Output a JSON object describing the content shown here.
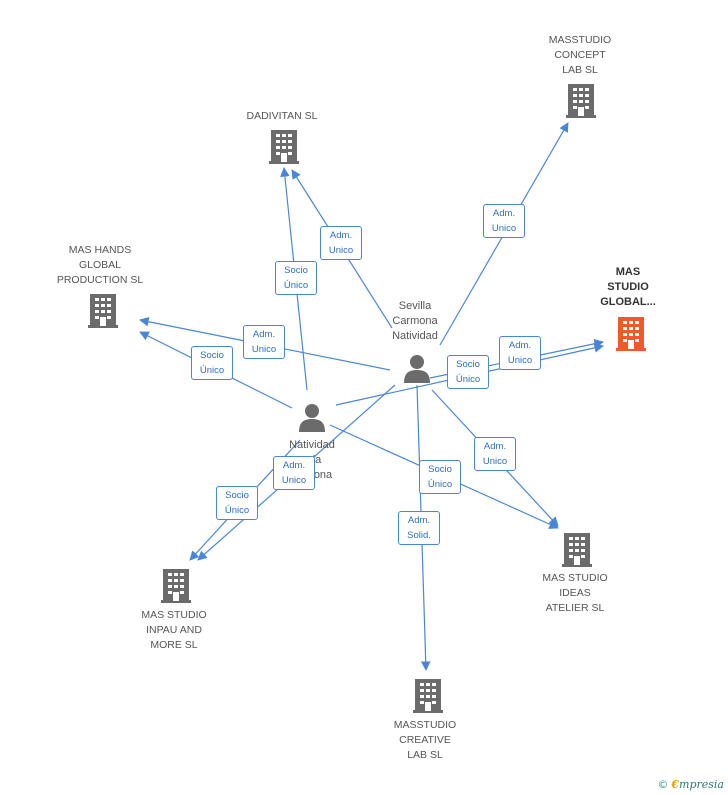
{
  "colors": {
    "edge": "#4a86d8",
    "node_icon": "#6b6b6b",
    "focus_icon": "#f05a28",
    "label_text": "#555555"
  },
  "nodes": {
    "masstudio_concept": {
      "label": [
        "MASSTUDIO",
        "CONCEPT",
        "LAB SL"
      ],
      "icon": "building-icon"
    },
    "dadivitan": {
      "label": [
        "DADIVITAN SL"
      ],
      "icon": "building-icon"
    },
    "mas_hands": {
      "label": [
        "MAS HANDS",
        "GLOBAL",
        "PRODUCTION SL"
      ],
      "icon": "building-icon"
    },
    "mas_studio_global": {
      "label": [
        "MAS",
        "STUDIO",
        "GLOBAL..."
      ],
      "icon": "building-icon",
      "focus": true
    },
    "sevilla": {
      "label": [
        "Sevilla",
        "Carmona",
        "Natividad"
      ],
      "icon": "person-icon"
    },
    "natividad": {
      "label": [
        "Natividad",
        "la",
        "ona"
      ],
      "icon": "person-icon"
    },
    "mas_studio_ideas": {
      "label": [
        "MAS STUDIO",
        "IDEAS",
        "ATELIER SL"
      ],
      "icon": "building-icon"
    },
    "mas_studio_inpau": {
      "label": [
        "MAS STUDIO",
        "INPAU AND",
        "MORE SL"
      ],
      "icon": "building-icon"
    },
    "masstudio_creative": {
      "label": [
        "MASSTUDIO",
        "CREATIVE",
        "LAB SL"
      ],
      "icon": "building-icon"
    }
  },
  "edges": [
    {
      "id": "e1",
      "label": [
        "Adm.",
        "Unico"
      ]
    },
    {
      "id": "e2",
      "label": [
        "Adm.",
        "Unico"
      ]
    },
    {
      "id": "e3",
      "label": [
        "Socio",
        "Único"
      ]
    },
    {
      "id": "e4",
      "label": [
        "Adm.",
        "Unico"
      ]
    },
    {
      "id": "e5",
      "label": [
        "Socio",
        "Único"
      ]
    },
    {
      "id": "e6",
      "label": [
        "Adm.",
        "Unico"
      ]
    },
    {
      "id": "e7",
      "label": [
        "Socio",
        "Único"
      ]
    },
    {
      "id": "e8",
      "label": [
        "Adm.",
        "Unico"
      ]
    },
    {
      "id": "e9",
      "label": [
        "Socio",
        "Único"
      ]
    },
    {
      "id": "e10",
      "label": [
        "Adm.",
        "Solid."
      ]
    },
    {
      "id": "e11",
      "label": [
        "Adm.",
        "Unico"
      ]
    },
    {
      "id": "e12",
      "label": [
        "Socio",
        "Único"
      ]
    }
  ],
  "footer": {
    "copyright": "©",
    "brand_initial": "€",
    "brand_rest": "mpresia"
  }
}
